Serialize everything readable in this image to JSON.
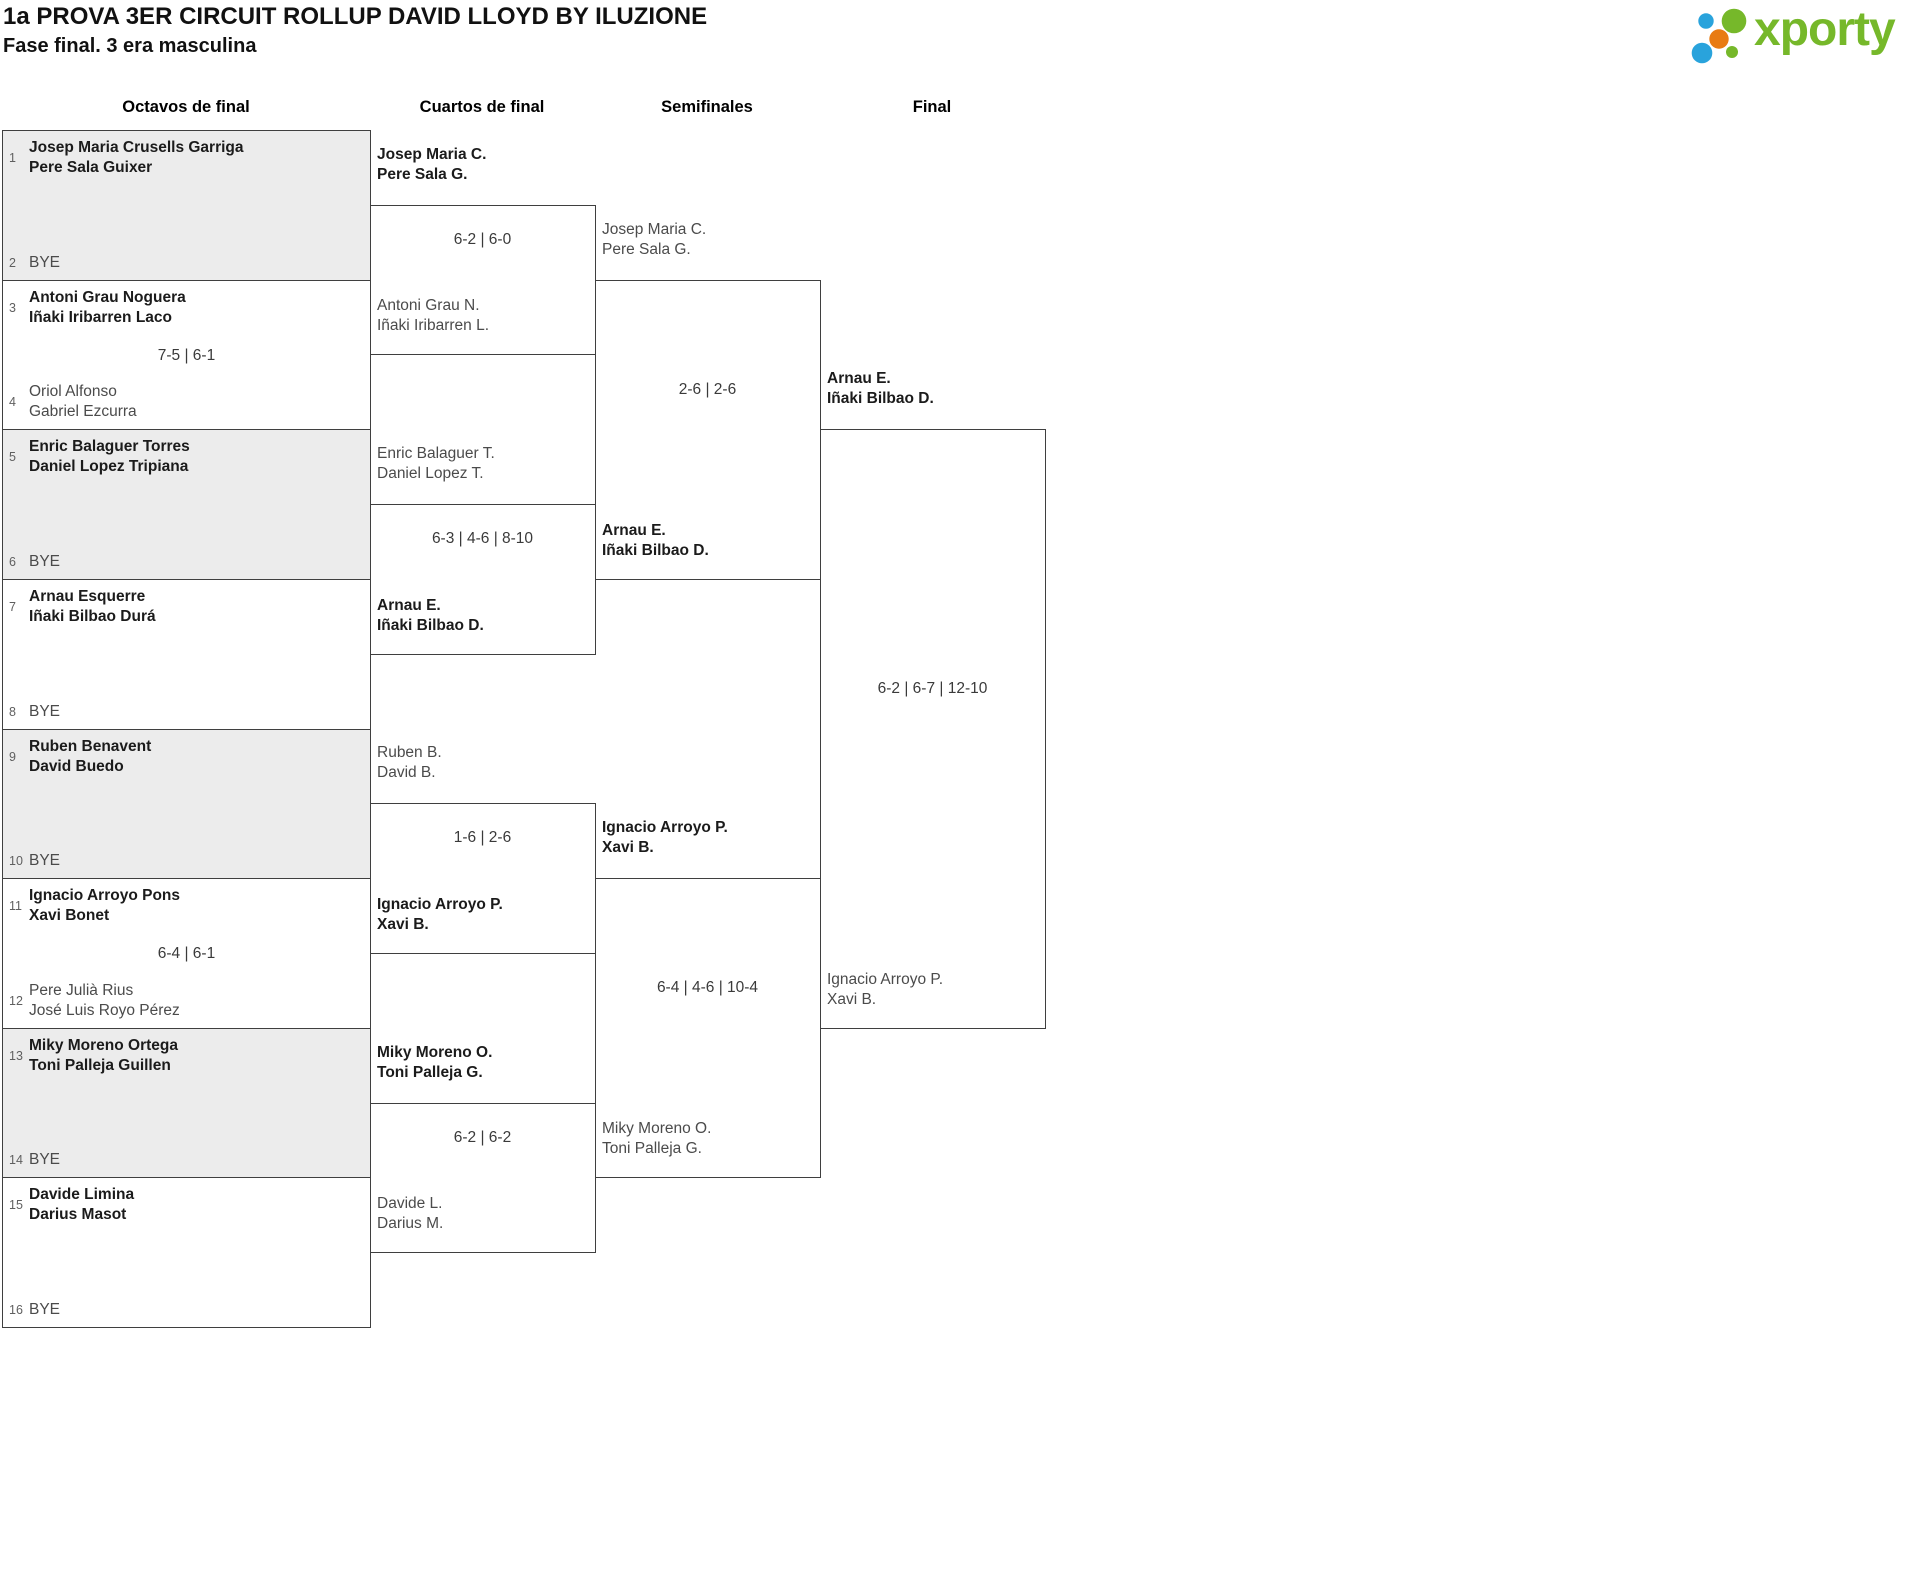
{
  "header": {
    "title": "1a PROVA 3ER CIRCUIT ROLLUP DAVID LLOYD BY ILUZIONE",
    "subtitle": "Fase final. 3 era masculina"
  },
  "logo": {
    "text": "xporty",
    "colors": {
      "green": "#76b82a",
      "blue": "#29a3dc",
      "orange": "#e87b12"
    }
  },
  "rounds": [
    "Octavos de final",
    "Cuartos de final",
    "Semifinales",
    "Final"
  ],
  "bracket": {
    "r16": {
      "matches": [
        {
          "score": "",
          "top": {
            "seed": "1",
            "p1": "Josep Maria Crusells Garriga",
            "p2": "Pere Sala Guixer",
            "winner": true
          },
          "bottom": {
            "seed": "2",
            "p1": "BYE",
            "winner": false
          }
        },
        {
          "score": "7-5 | 6-1",
          "top": {
            "seed": "3",
            "p1": "Antoni Grau Noguera",
            "p2": "Iñaki Iribarren Laco",
            "winner": true
          },
          "bottom": {
            "seed": "4",
            "p1": "Oriol Alfonso",
            "p2": "Gabriel Ezcurra",
            "winner": false
          }
        },
        {
          "score": "",
          "top": {
            "seed": "5",
            "p1": "Enric Balaguer Torres",
            "p2": "Daniel Lopez Tripiana",
            "winner": true
          },
          "bottom": {
            "seed": "6",
            "p1": "BYE",
            "winner": false
          }
        },
        {
          "score": "",
          "top": {
            "seed": "7",
            "p1": "Arnau Esquerre",
            "p2": "Iñaki Bilbao Durá",
            "winner": true
          },
          "bottom": {
            "seed": "8",
            "p1": "BYE",
            "winner": false
          }
        },
        {
          "score": "",
          "top": {
            "seed": "9",
            "p1": "Ruben Benavent",
            "p2": "David Buedo",
            "winner": true
          },
          "bottom": {
            "seed": "10",
            "p1": "BYE",
            "winner": false
          }
        },
        {
          "score": "6-4 | 6-1",
          "top": {
            "seed": "11",
            "p1": "Ignacio Arroyo Pons",
            "p2": "Xavi Bonet",
            "winner": true
          },
          "bottom": {
            "seed": "12",
            "p1": "Pere Julià Rius",
            "p2": "José Luis Royo Pérez",
            "winner": false
          }
        },
        {
          "score": "",
          "top": {
            "seed": "13",
            "p1": "Miky Moreno Ortega",
            "p2": "Toni Palleja Guillen",
            "winner": true
          },
          "bottom": {
            "seed": "14",
            "p1": "BYE",
            "winner": false
          }
        },
        {
          "score": "",
          "top": {
            "seed": "15",
            "p1": "Davide Limina",
            "p2": "Darius Masot",
            "winner": true
          },
          "bottom": {
            "seed": "16",
            "p1": "BYE",
            "winner": false
          }
        }
      ]
    },
    "qf": {
      "matches": [
        {
          "score": "6-2 | 6-0",
          "top": {
            "p1": "Josep Maria C.",
            "p2": "Pere Sala G.",
            "winner": true
          },
          "bottom": {
            "p1": "Antoni Grau N.",
            "p2": "Iñaki Iribarren L.",
            "winner": false
          }
        },
        {
          "score": "6-3 | 4-6 | 8-10",
          "top": {
            "p1": "Enric Balaguer T.",
            "p2": "Daniel Lopez T.",
            "winner": false
          },
          "bottom": {
            "p1": "Arnau E.",
            "p2": "Iñaki Bilbao D.",
            "winner": true
          }
        },
        {
          "score": "1-6 | 2-6",
          "top": {
            "p1": "Ruben B.",
            "p2": "David B.",
            "winner": false
          },
          "bottom": {
            "p1": "Ignacio Arroyo P.",
            "p2": "Xavi B.",
            "winner": true
          }
        },
        {
          "score": "6-2 | 6-2",
          "top": {
            "p1": "Miky Moreno O.",
            "p2": "Toni Palleja G.",
            "winner": true
          },
          "bottom": {
            "p1": "Davide L.",
            "p2": "Darius M.",
            "winner": false
          }
        }
      ]
    },
    "sf": {
      "matches": [
        {
          "score": "2-6 | 2-6",
          "top": {
            "p1": "Josep Maria C.",
            "p2": "Pere Sala G.",
            "winner": false
          },
          "bottom": {
            "p1": "Arnau E.",
            "p2": "Iñaki Bilbao D.",
            "winner": true
          }
        },
        {
          "score": "6-4 | 4-6 | 10-4",
          "top": {
            "p1": "Ignacio Arroyo P.",
            "p2": "Xavi B.",
            "winner": true
          },
          "bottom": {
            "p1": "Miky Moreno O.",
            "p2": "Toni Palleja G.",
            "winner": false
          }
        }
      ]
    },
    "final": {
      "matches": [
        {
          "score": "6-2 | 6-7 | 12-10",
          "top": {
            "p1": "Arnau E.",
            "p2": "Iñaki Bilbao D.",
            "winner": true
          },
          "bottom": {
            "p1": "Ignacio Arroyo P.",
            "p2": "Xavi B.",
            "winner": false
          }
        }
      ]
    }
  }
}
